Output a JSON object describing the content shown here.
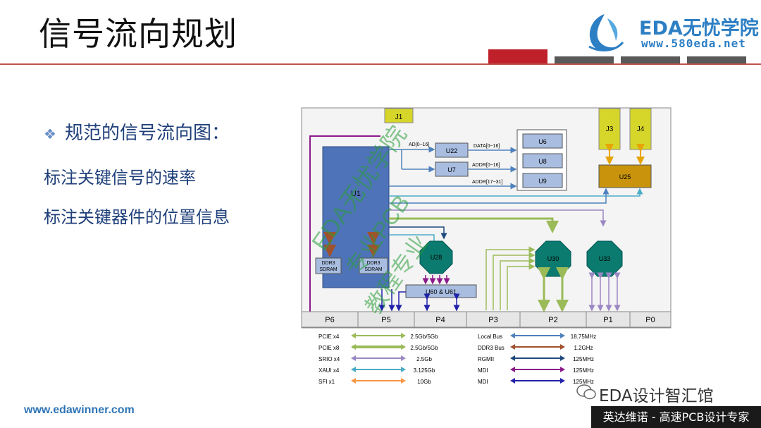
{
  "slide": {
    "title": "信号流向规划",
    "logo_name": "EDA无忧学院",
    "logo_url": "www.580eda.net",
    "bullet_heading": "规范的信号流向图：",
    "line1": "标注关键信号的速率",
    "line2": "标注关键器件的位置信息",
    "footer_url": "www.edawinner.com",
    "wechat_label": "EDA设计智汇馆",
    "footer_tag": "英达维诺 - 高速PCB设计专家",
    "watermark": "EDA无忧学院 专业PCB 教程专业"
  },
  "diagram": {
    "connector_top": "J1",
    "connectors_right": [
      "J3",
      "J4"
    ],
    "main_chip": "U1",
    "chips": [
      "U22",
      "U7",
      "U6",
      "U8",
      "U9",
      "U25",
      "U28",
      "U30",
      "U33"
    ],
    "mux": "U60 & U61",
    "ddr": [
      "DDR3\nSDRAM",
      "DDR3\nSDRAM"
    ],
    "bus_labels": [
      "AD[0~16]",
      "DATA[0~16]",
      "ADDR[0~16]",
      "ADDR[17~31]"
    ],
    "ports": [
      "P6",
      "P5",
      "P4",
      "P3",
      "P2",
      "P1",
      "P0"
    ]
  },
  "legend": {
    "left": [
      {
        "name": "PCIE x4",
        "rate": "2.5Gb/5Gb",
        "color": "#9bbb59"
      },
      {
        "name": "PCIE x8",
        "rate": "2.5Gb/5Gb",
        "color": "#9bbb59"
      },
      {
        "name": "SRIO x4",
        "rate": "2.5Gb",
        "color": "#9b87c4"
      },
      {
        "name": "XAUI x4",
        "rate": "3.125Gb",
        "color": "#4bacc6"
      },
      {
        "name": "SFI   x1",
        "rate": "10Gb",
        "color": "#f79646"
      }
    ],
    "right": [
      {
        "name": "Local Bus",
        "rate": "18.75MHz",
        "color": "#4f81bd"
      },
      {
        "name": "DDR3 Bus",
        "rate": "1.2GHz",
        "color": "#a0522d"
      },
      {
        "name": "RGMII",
        "rate": "125MHz",
        "color": "#1f497d"
      },
      {
        "name": "MDI",
        "rate": "125MHz",
        "color": "#8b1a8b"
      },
      {
        "name": "MDI",
        "rate": "125MHz",
        "color": "#2222aa"
      }
    ]
  },
  "colors": {
    "accent_red": "#c0202a",
    "bar_gray": "#595959",
    "logo_blue": "#2d7fc4"
  }
}
